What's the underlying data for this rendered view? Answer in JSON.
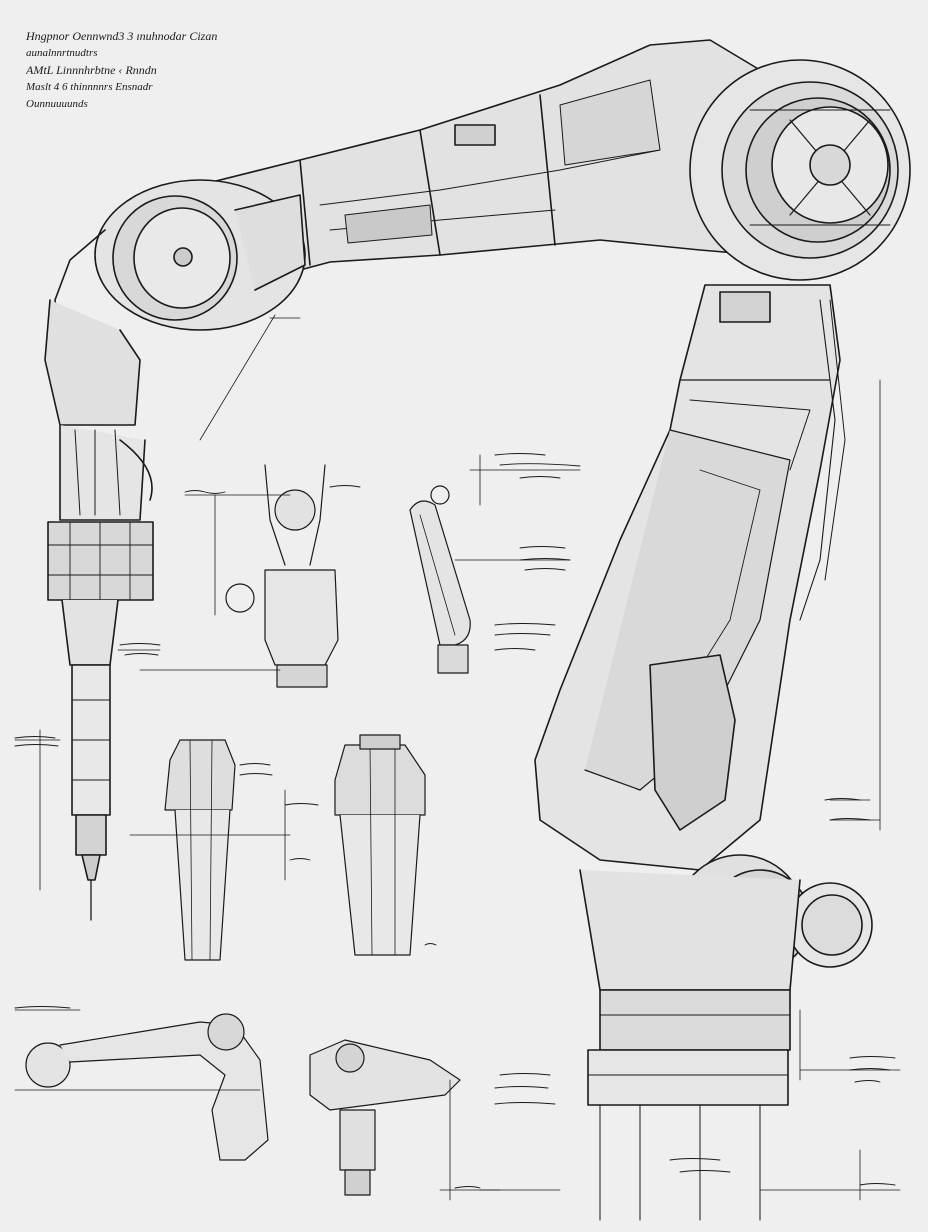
{
  "title_block": {
    "line1": "Hngpnor Oennwnd3 3 ınuhnodar Cizan",
    "line2": "aunalnnrtnudtrs",
    "line3": "AMtL Linnnhrbtne ‹ Rnndn",
    "line4": "Maslt 4 6 thinnnnrs Ensnadr",
    "line5": "Ounnuuuunds"
  },
  "colors": {
    "paper": "#efefef",
    "ink": "#1a1a1a",
    "shade": "#c9c9c9",
    "light": "#dcdcdc"
  }
}
